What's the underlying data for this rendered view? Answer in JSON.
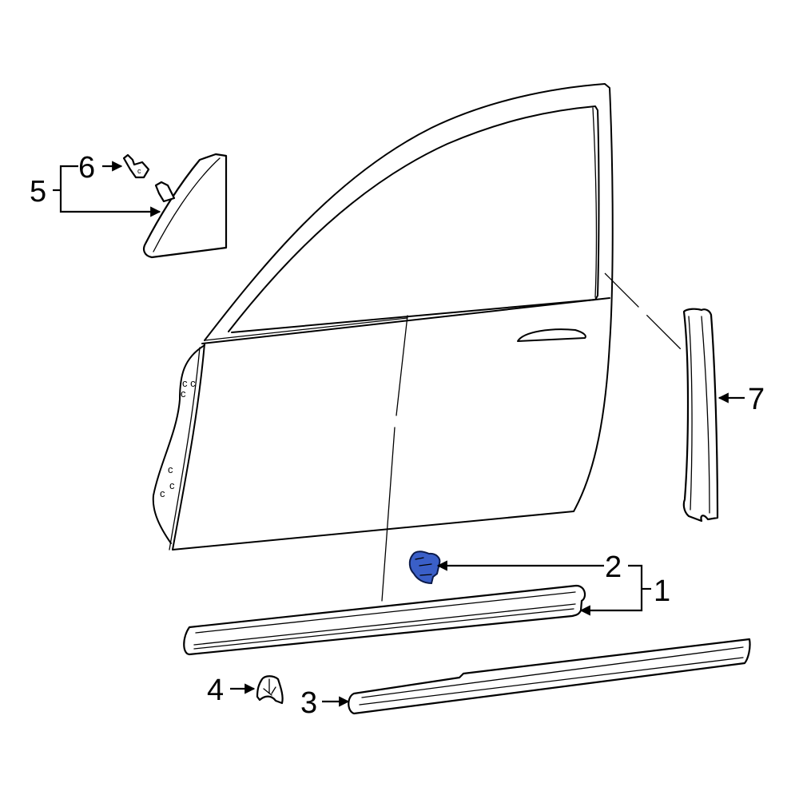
{
  "diagram": {
    "subject": "Front door exterior trim assembly",
    "highlight_color": "#3a5fc8",
    "line_color": "#000000",
    "background": "#ffffff",
    "callouts": [
      {
        "id": "1",
        "label": "1",
        "part": "body-side-molding-bracket-group"
      },
      {
        "id": "2",
        "label": "2",
        "part": "molding-clip"
      },
      {
        "id": "3",
        "label": "3",
        "part": "rocker-molding"
      },
      {
        "id": "4",
        "label": "4",
        "part": "molding-end-cap"
      },
      {
        "id": "5",
        "label": "5",
        "part": "mirror-cover-trim"
      },
      {
        "id": "6",
        "label": "6",
        "part": "retainer-clip"
      },
      {
        "id": "7",
        "label": "7",
        "part": "door-pillar-molding"
      }
    ],
    "highlighted_part": "2"
  }
}
